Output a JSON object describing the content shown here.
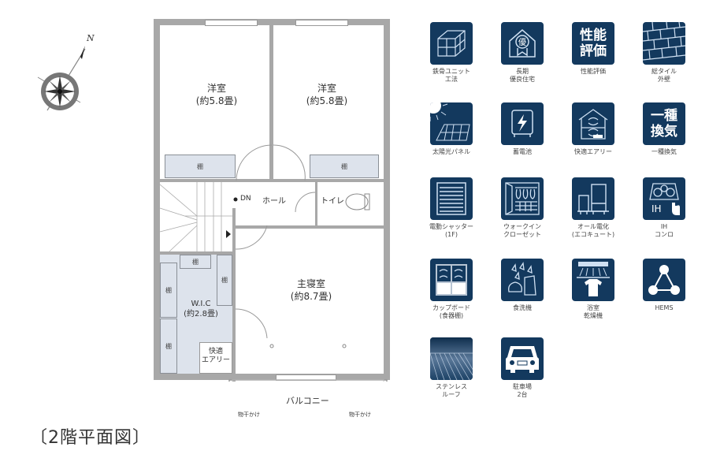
{
  "compass": {
    "north_label": "N"
  },
  "floorplan": {
    "title": "〔2階平面図〕",
    "rooms": {
      "western_room_1": {
        "name": "洋室",
        "size": "(約5.8畳)"
      },
      "western_room_2": {
        "name": "洋室",
        "size": "(約5.8畳)"
      },
      "master_bedroom": {
        "name": "主寝室",
        "size": "(約8.7畳)"
      },
      "wic": {
        "name": "W.I.C",
        "size": "(約2.8畳)"
      },
      "hall": {
        "name": "ホール"
      },
      "toilet": {
        "name": "トイレ"
      },
      "comfort_area": {
        "name": "快適\nエアリー"
      },
      "balcony": {
        "name": "バルコニー"
      }
    },
    "labels": {
      "shelf": "棚",
      "down": "DN",
      "laundry_pole_left": "物干かけ",
      "laundry_pole_right": "物干かけ"
    }
  },
  "features": [
    {
      "id": "steel-unit",
      "label": "鉄骨ユニット\n工法",
      "icon": "cube-frame-icon"
    },
    {
      "id": "long-term",
      "label": "長期\n優良住宅",
      "icon": "house-award-icon",
      "glyph": "優"
    },
    {
      "id": "performance",
      "label": "性能評価",
      "icon": "kanji-icon",
      "glyph": "性能\n評価"
    },
    {
      "id": "tile-wall",
      "label": "総タイル\n外壁",
      "icon": "brick-wall-icon"
    },
    {
      "id": "solar",
      "label": "太陽光パネル",
      "icon": "solar-panel-icon"
    },
    {
      "id": "battery",
      "label": "蓄電池",
      "icon": "battery-icon"
    },
    {
      "id": "air",
      "label": "快適エアリー",
      "icon": "house-airflow-icon"
    },
    {
      "id": "ventilation",
      "label": "一種換気",
      "icon": "kanji-icon",
      "glyph": "一種\n換気"
    },
    {
      "id": "shutter",
      "label": "電動シャッター\n(1F)",
      "icon": "shutter-icon"
    },
    {
      "id": "walkin",
      "label": "ウォークイン\nクローゼット",
      "icon": "closet-icon"
    },
    {
      "id": "all-electric",
      "label": "オール電化\n(エコキュート)",
      "icon": "water-heater-icon"
    },
    {
      "id": "ih",
      "label": "IH\nコンロ",
      "icon": "ih-stove-icon",
      "glyph": "IH"
    },
    {
      "id": "cupboard",
      "label": "カップボード\n(食器棚)",
      "icon": "cupboard-icon"
    },
    {
      "id": "dishwasher",
      "label": "食洗機",
      "icon": "dishwasher-icon"
    },
    {
      "id": "bath-dryer",
      "label": "浴室\n乾燥機",
      "icon": "bath-dryer-icon"
    },
    {
      "id": "hems",
      "label": "HEMS",
      "icon": "hems-network-icon"
    },
    {
      "id": "stainless-roof",
      "label": "ステンレス\nルーフ",
      "icon": "roof-icon"
    },
    {
      "id": "parking",
      "label": "駐車場\n2台",
      "icon": "car-icon"
    }
  ],
  "colors": {
    "icon_bg": "#13395e",
    "wall": "#a8a8a8",
    "closet_fill": "#dde3ec"
  }
}
